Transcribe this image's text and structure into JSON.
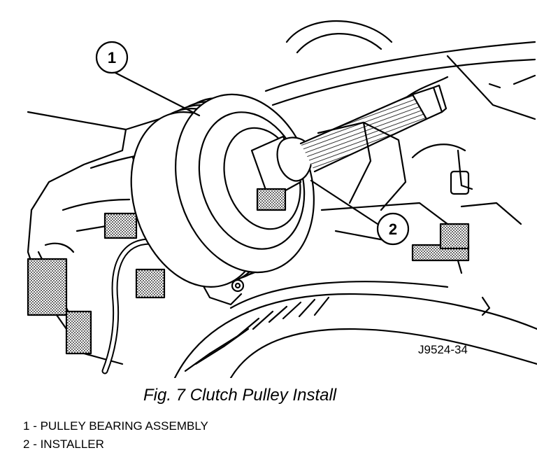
{
  "figure": {
    "code": "J9524-34",
    "caption": "Fig. 7 Clutch Pulley Install"
  },
  "callouts": [
    {
      "number": "1",
      "label": "PULLEY BEARING ASSEMBLY"
    },
    {
      "number": "2",
      "label": "INSTALLER"
    }
  ],
  "legend": [
    {
      "number": "1",
      "separator": " - ",
      "text": "PULLEY BEARING ASSEMBLY"
    },
    {
      "number": "2",
      "separator": " - ",
      "text": "INSTALLER"
    }
  ]
}
